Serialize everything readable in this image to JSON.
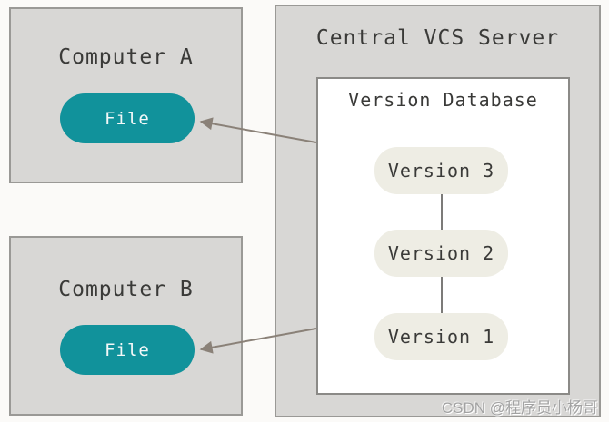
{
  "diagram": {
    "computer_a": {
      "title": "Computer A",
      "file_label": "File"
    },
    "computer_b": {
      "title": "Computer B",
      "file_label": "File"
    },
    "server": {
      "title": "Central VCS Server",
      "database": {
        "title": "Version Database",
        "versions": [
          "Version 3",
          "Version 2",
          "Version 1"
        ]
      }
    },
    "connections": [
      {
        "from": "version-database",
        "to": "computer-a-file"
      },
      {
        "from": "version-database",
        "to": "computer-b-file"
      }
    ]
  },
  "watermark": {
    "text": "CSDN @程序员小杨哥"
  },
  "colors": {
    "canvas_bg": "#fbfaf8",
    "box_fill": "#d8d7d5",
    "box_border": "#9a9996",
    "db_fill": "#ffffff",
    "db_border": "#8b8a87",
    "file_pill_fill": "#11929b",
    "file_pill_text": "#f4f8f8",
    "version_pill_fill": "#eeede4",
    "text_dark": "#3a3a38",
    "arrow": "#8a8178",
    "connector": "#7c7b79",
    "watermark_text": "#a2a2a2"
  }
}
